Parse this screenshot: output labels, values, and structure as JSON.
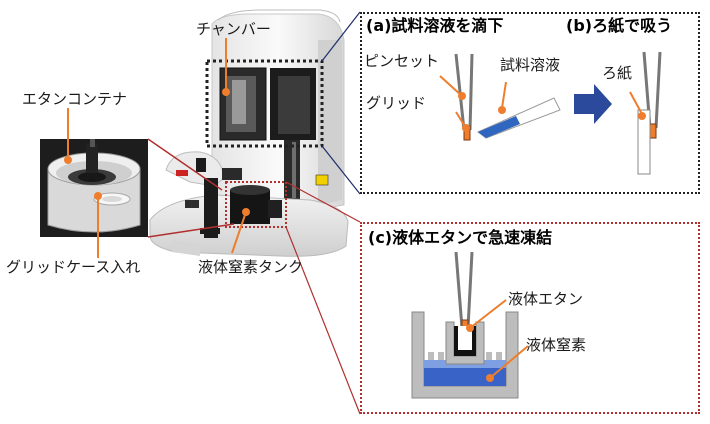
{
  "labels": {
    "chamber": "チャンバー",
    "ethane_container": "エタンコンテナ",
    "grid_case_holder": "グリッドケース入れ",
    "ln2_tank": "液体窒素タンク"
  },
  "panel_a": {
    "title": "(a)試料溶液を滴下",
    "tweezers": "ピンセット",
    "sample_solution": "試料溶液",
    "grid": "グリッド"
  },
  "panel_b": {
    "title": "(b)ろ紙で吸う",
    "filter_paper": "ろ紙"
  },
  "panel_c": {
    "title": "(c)液体エタンで急速凍結",
    "liquid_ethane": "液体エタン",
    "liquid_nitrogen": "液体窒素"
  },
  "colors": {
    "orange": "#ee7e2d",
    "dark_red": "#b03030",
    "navy_arrow": "#2b4a9b",
    "ln2_blue": "#3a63c8",
    "dotted_black": "#222222"
  }
}
